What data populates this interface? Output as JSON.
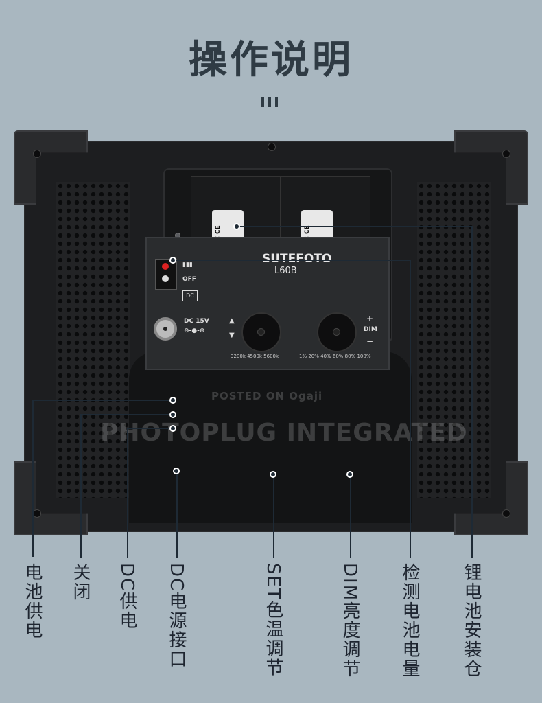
{
  "page": {
    "title": "操作说明",
    "watermark_1": "POSTED ON Ogaji",
    "watermark_2": "PHOTOPLUG INTEGRATED"
  },
  "device": {
    "brand": "SUTEFOTO",
    "model": "L60B",
    "off_label": "OFF",
    "dc_label": "DC",
    "dc_input": "DC 15V",
    "cct_scale": "3200k  4500k  5600k",
    "dim_scale": "1%  20%  40%  60%  80%  100%",
    "dim_label": "DIM",
    "plus": "+",
    "minus": "−",
    "up": "▲",
    "down": "▼",
    "sticker_text": "FoHS FC CE"
  },
  "callouts": [
    {
      "id": "battery-power",
      "label": "电池供电"
    },
    {
      "id": "off",
      "label": "关闭"
    },
    {
      "id": "dc-power",
      "label": "DC供电"
    },
    {
      "id": "dc-port",
      "label": "DC电源接口"
    },
    {
      "id": "set-cct",
      "label": "SET色温调节"
    },
    {
      "id": "dim",
      "label": "DIM亮度调节"
    },
    {
      "id": "battery-level",
      "label": "检测电池电量"
    },
    {
      "id": "battery-bay",
      "label": "锂电池安装仓"
    }
  ]
}
